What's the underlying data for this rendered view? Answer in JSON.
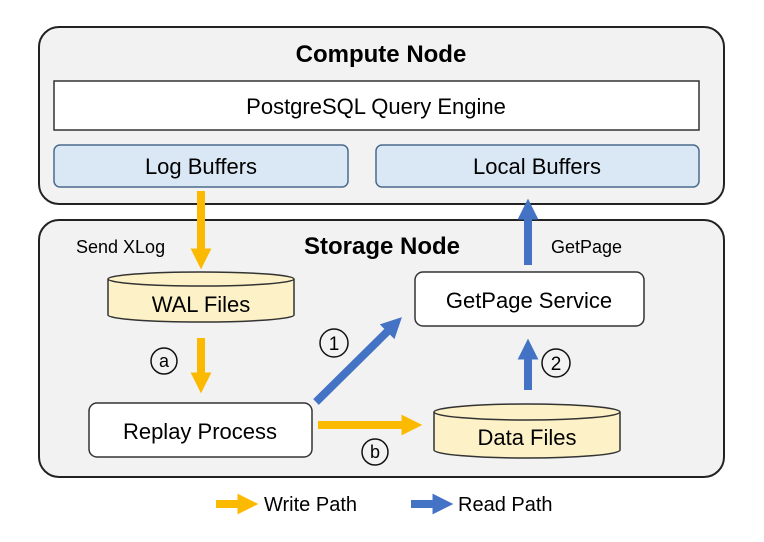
{
  "compute_node": {
    "title": "Compute Node",
    "query_engine": "PostgreSQL Query Engine",
    "log_buffers": "Log Buffers",
    "local_buffers": "Local Buffers"
  },
  "storage_node": {
    "title": "Storage Node",
    "wal_files": "WAL Files",
    "replay_process": "Replay Process",
    "getpage_service": "GetPage Service",
    "data_files": "Data Files"
  },
  "arrows": {
    "send_xlog": "Send XLog",
    "getpage": "GetPage",
    "step_a": "a",
    "step_b": "b",
    "step_1": "1",
    "step_2": "2"
  },
  "legend": {
    "write_path": "Write Path",
    "read_path": "Read Path"
  },
  "colors": {
    "write_path": "#FBBA00",
    "read_path": "#4472C4",
    "buffer_fill": "#DAE8F5",
    "file_fill": "#FDF1C7",
    "node_fill": "#F2F2F2"
  }
}
